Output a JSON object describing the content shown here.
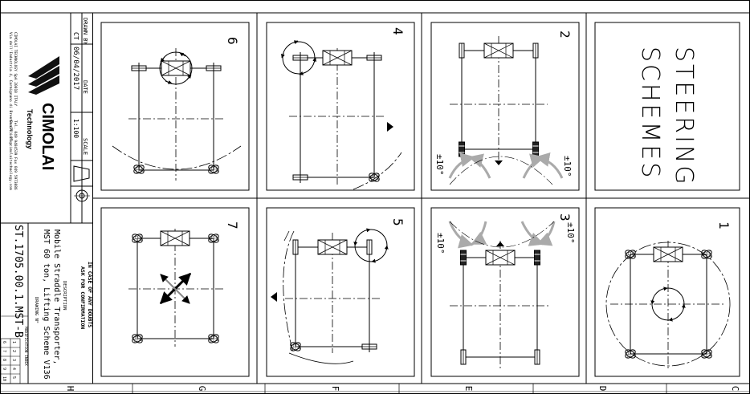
{
  "title_block": {
    "drawn_by_label": "DRAWN BY",
    "drawn_by": "CT",
    "date_label": "DATE",
    "date": "06/04/2017",
    "scale_label": "SCALE",
    "scale": "1:100",
    "company_lines": [
      "CIMOLAI TECHNOLOGY SpA 20010 ITALY",
      "Via dell'Industria 4, Carmignano di Brenta (PD) IT"
    ],
    "contact_lines": [
      "Tel. 049 9404539  Fax 049 5973086",
      "Email info@cimolaitechnology.com"
    ],
    "logo_name": "CIMOLAI",
    "logo_sub": "Technology",
    "doubt_lines": [
      "IN CASE OF ANY DOUBTS",
      "ASK FOR CONFIRMATION"
    ],
    "description_label": "DESCRIPTION",
    "description_lines": [
      "Mobile Straddle Transporter,",
      "MST 60 ton, Lifting Scheme V136"
    ],
    "drawing_no_label": "DRAWING N°",
    "drawing_no": "ST.1705.00.1.MST-B",
    "mod_index_label": "MODIFICATION INDEX",
    "mod_index_digits": [
      "1",
      "2",
      "3",
      "4",
      "5",
      "6",
      "7",
      "8",
      "9",
      "10"
    ]
  },
  "grid_letters": [
    "H",
    "G",
    "F",
    "E",
    "D",
    "C"
  ],
  "heading": {
    "line1": "STEERING",
    "line2": "SCHEMES"
  },
  "panels": [
    {
      "id": "6",
      "label": "6"
    },
    {
      "id": "4",
      "label": "4"
    },
    {
      "id": "2",
      "label": "2",
      "angle_left": "±10°",
      "angle_right": "±10°"
    },
    {
      "id": "7",
      "label": "7"
    },
    {
      "id": "5",
      "label": "5"
    },
    {
      "id": "3",
      "label": "3",
      "angle_left": "±10°",
      "angle_right": "±10°"
    },
    {
      "id": "1",
      "label": "1"
    }
  ],
  "colors": {
    "line": "#000000",
    "hatch": "#555555",
    "arc_grey": "#b0b0b0",
    "background": "#ffffff"
  }
}
